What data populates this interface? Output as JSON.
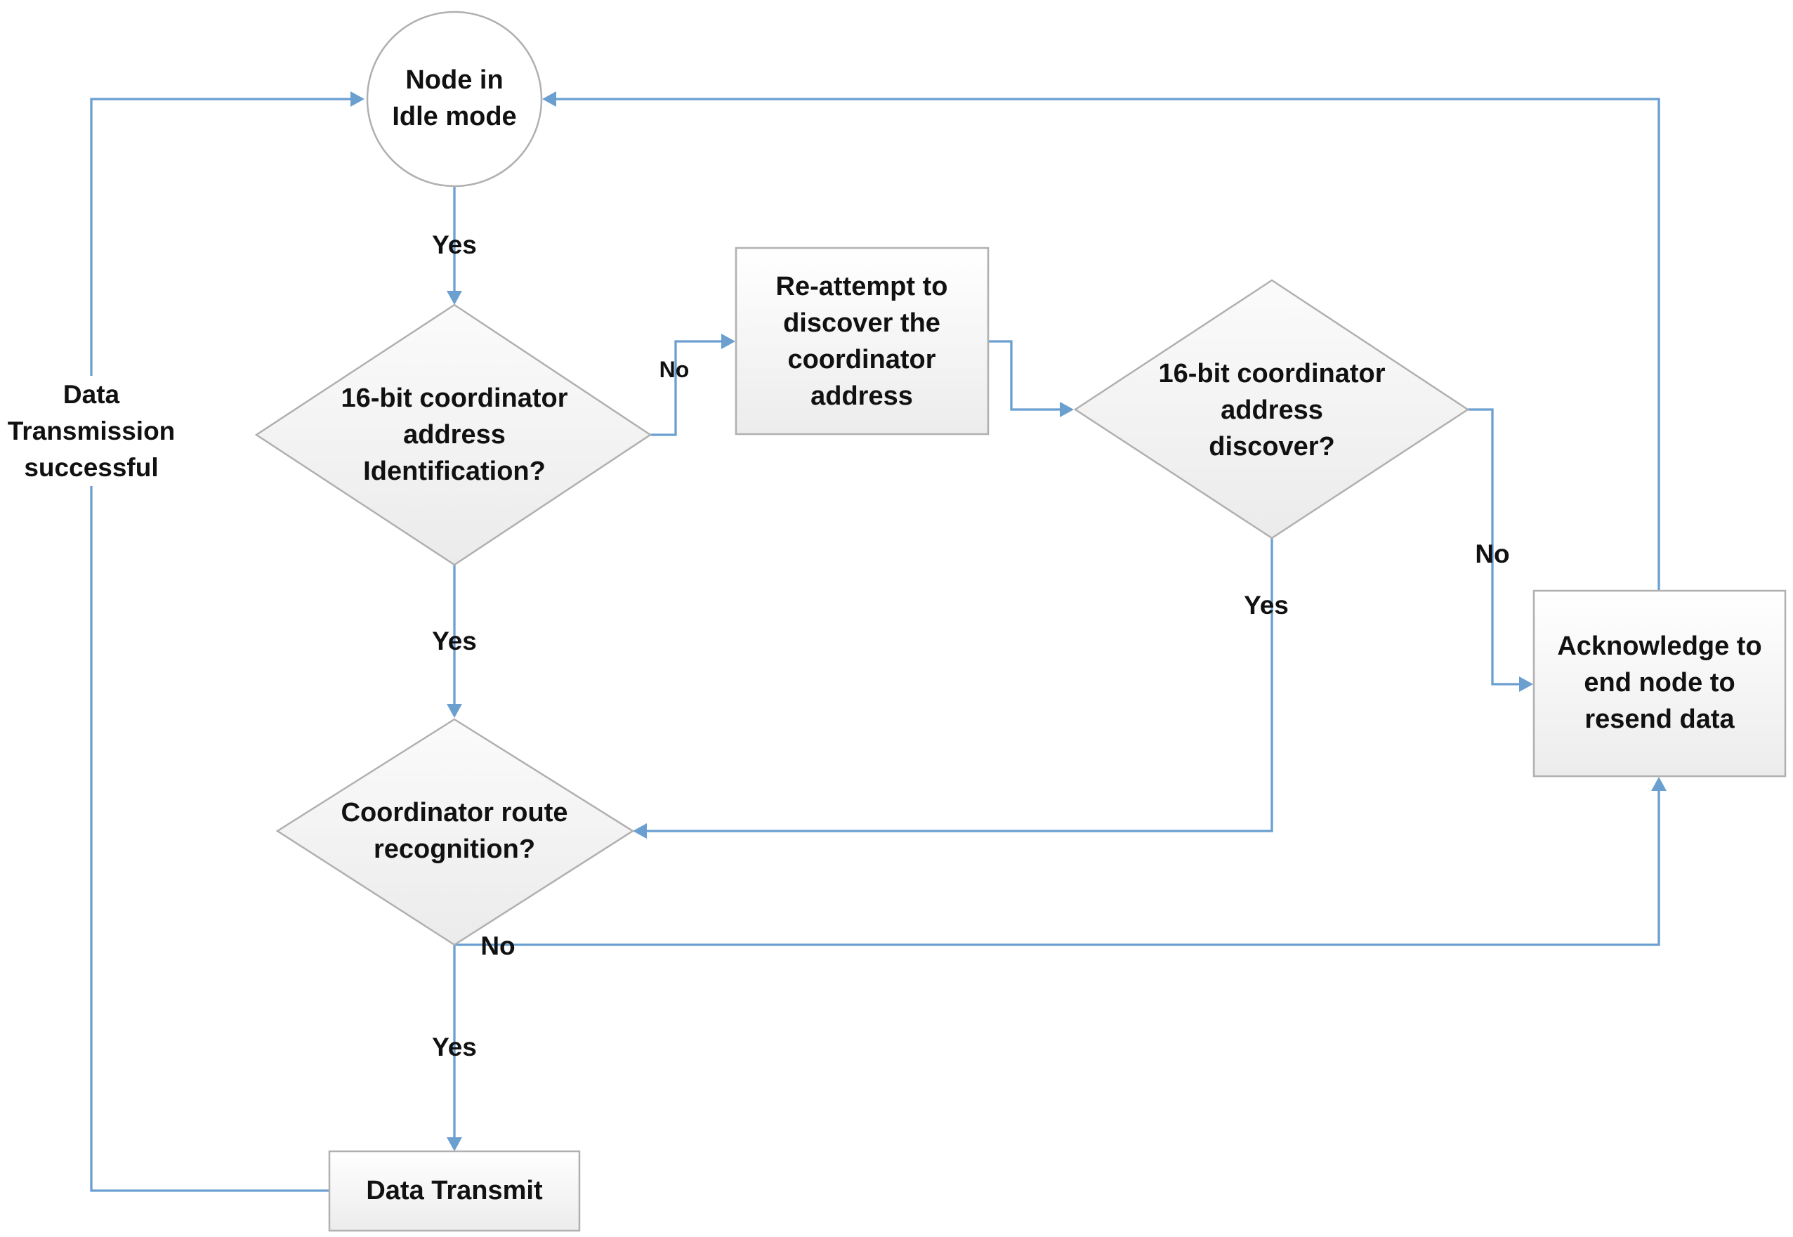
{
  "nodes": {
    "idle": [
      "Node in",
      "Idle mode"
    ],
    "identification": [
      "16-bit coordinator",
      "address",
      "Identification?"
    ],
    "reattempt": [
      "Re-attempt to",
      "discover the",
      "coordinator",
      "address"
    ],
    "discover": [
      "16-bit coordinator",
      "address",
      "discover?"
    ],
    "acknowledge": [
      "Acknowledge to",
      "end node to",
      "resend data"
    ],
    "route": [
      "Coordinator route",
      "recognition?"
    ],
    "transmit": [
      "Data Transmit"
    ]
  },
  "edges": {
    "idle_to_identification": "Yes",
    "identification_to_reattempt": "No",
    "identification_to_route": "Yes",
    "discover_to_route": "Yes",
    "discover_to_acknowledge": "No",
    "route_to_acknowledge": "No",
    "route_to_transmit": "Yes",
    "transmit_to_idle": [
      "Data",
      "Transmission",
      "successful"
    ]
  },
  "colors": {
    "connector": "#6a9fd0",
    "shape_stroke": "#b0b0b0",
    "shape_fill": "#f5f5f5",
    "text": "#111111"
  }
}
